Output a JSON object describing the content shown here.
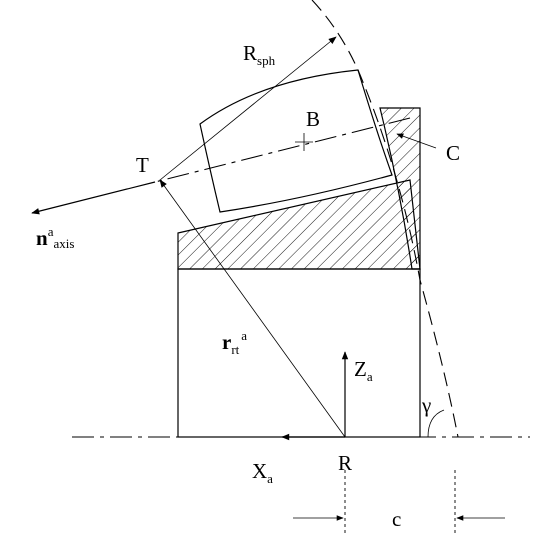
{
  "labels": {
    "r_sph_main": "R",
    "r_sph_sub": "sph",
    "b": "B",
    "c_point": "C",
    "t": "T",
    "n_main": "n",
    "n_sup": "a",
    "n_sub": "axis",
    "r_rt_main": "r",
    "r_rt_sub": "rt",
    "r_rt_sup": "a",
    "z_main": "Z",
    "z_sub": "a",
    "gamma": "γ",
    "x_main": "X",
    "x_sub": "a",
    "r_point": "R",
    "c_dim": "c"
  }
}
